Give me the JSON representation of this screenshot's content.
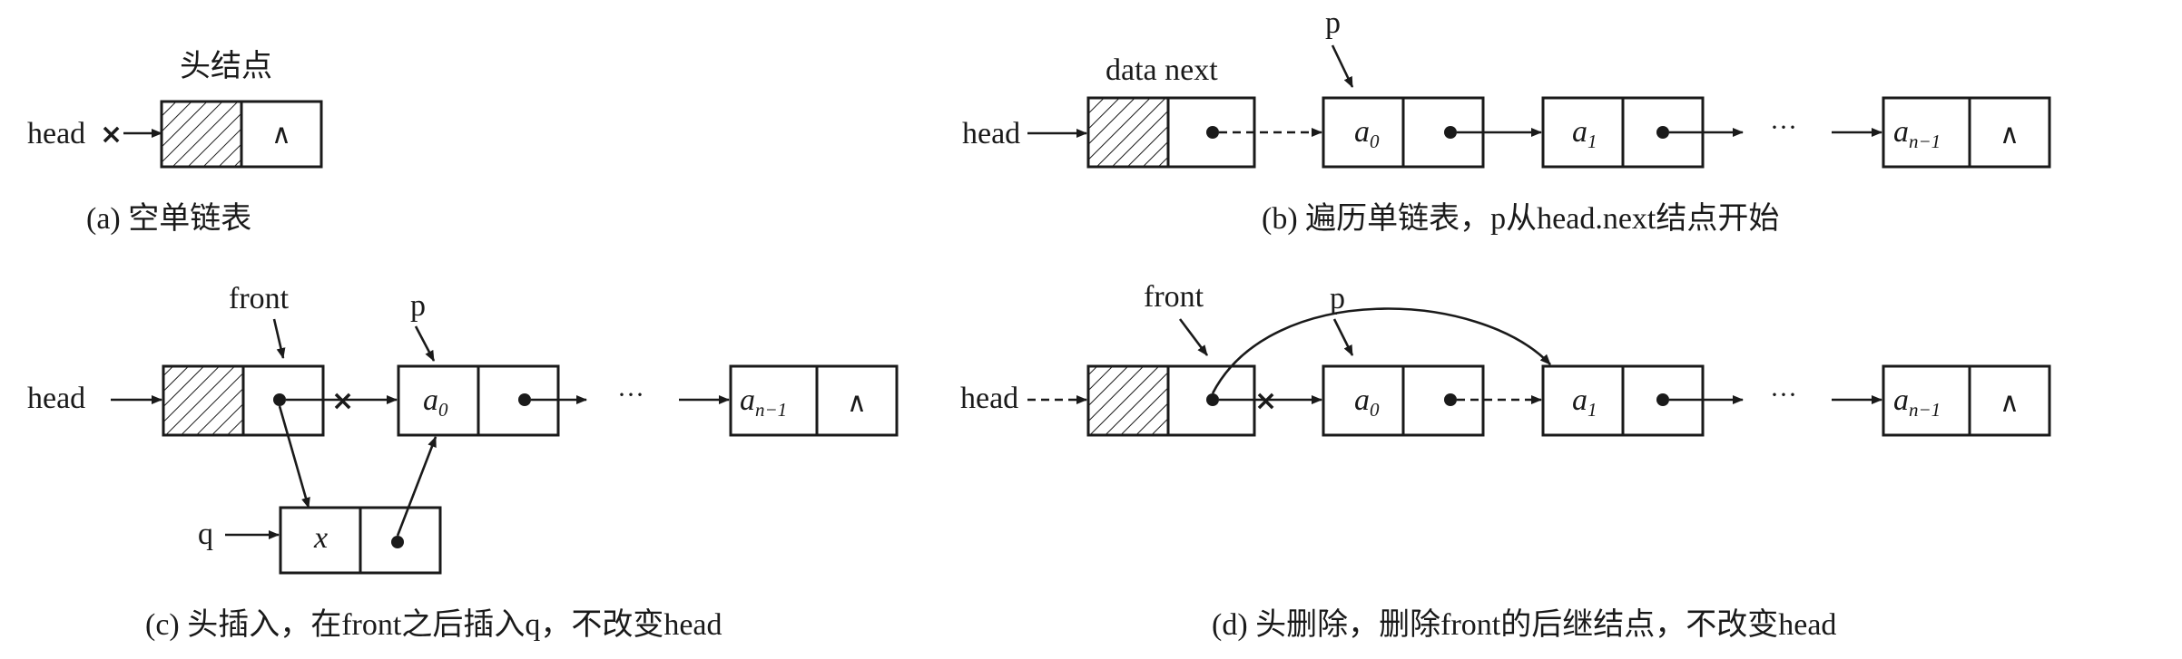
{
  "colors": {
    "stroke": "#1a1a1a",
    "background": "#ffffff"
  },
  "symbols": {
    "null": "∧",
    "cut": "×",
    "ellipsis": "···",
    "x": "x"
  },
  "a": {
    "head_label": "head",
    "node_label": "头结点",
    "caption": "(a)  空单链表"
  },
  "b": {
    "head_label": "head",
    "fields_label": "data next",
    "pointer_label": "p",
    "a0": {
      "base": "a",
      "sub": "0"
    },
    "a1": {
      "base": "a",
      "sub": "1"
    },
    "an1": {
      "base": "a",
      "sub": "n−1"
    },
    "caption": "(b)  遍历单链表，p从head.next结点开始"
  },
  "c": {
    "head_label": "head",
    "front_label": "front",
    "pointer_label": "p",
    "q_label": "q",
    "a0": {
      "base": "a",
      "sub": "0"
    },
    "an1": {
      "base": "a",
      "sub": "n−1"
    },
    "caption": "(c)  头插入，在front之后插入q，不改变head"
  },
  "d": {
    "head_label": "head",
    "front_label": "front",
    "pointer_label": "p",
    "a0": {
      "base": "a",
      "sub": "0"
    },
    "a1": {
      "base": "a",
      "sub": "1"
    },
    "an1": {
      "base": "a",
      "sub": "n−1"
    },
    "caption": "(d)  头删除，删除front的后继结点，不改变head"
  }
}
